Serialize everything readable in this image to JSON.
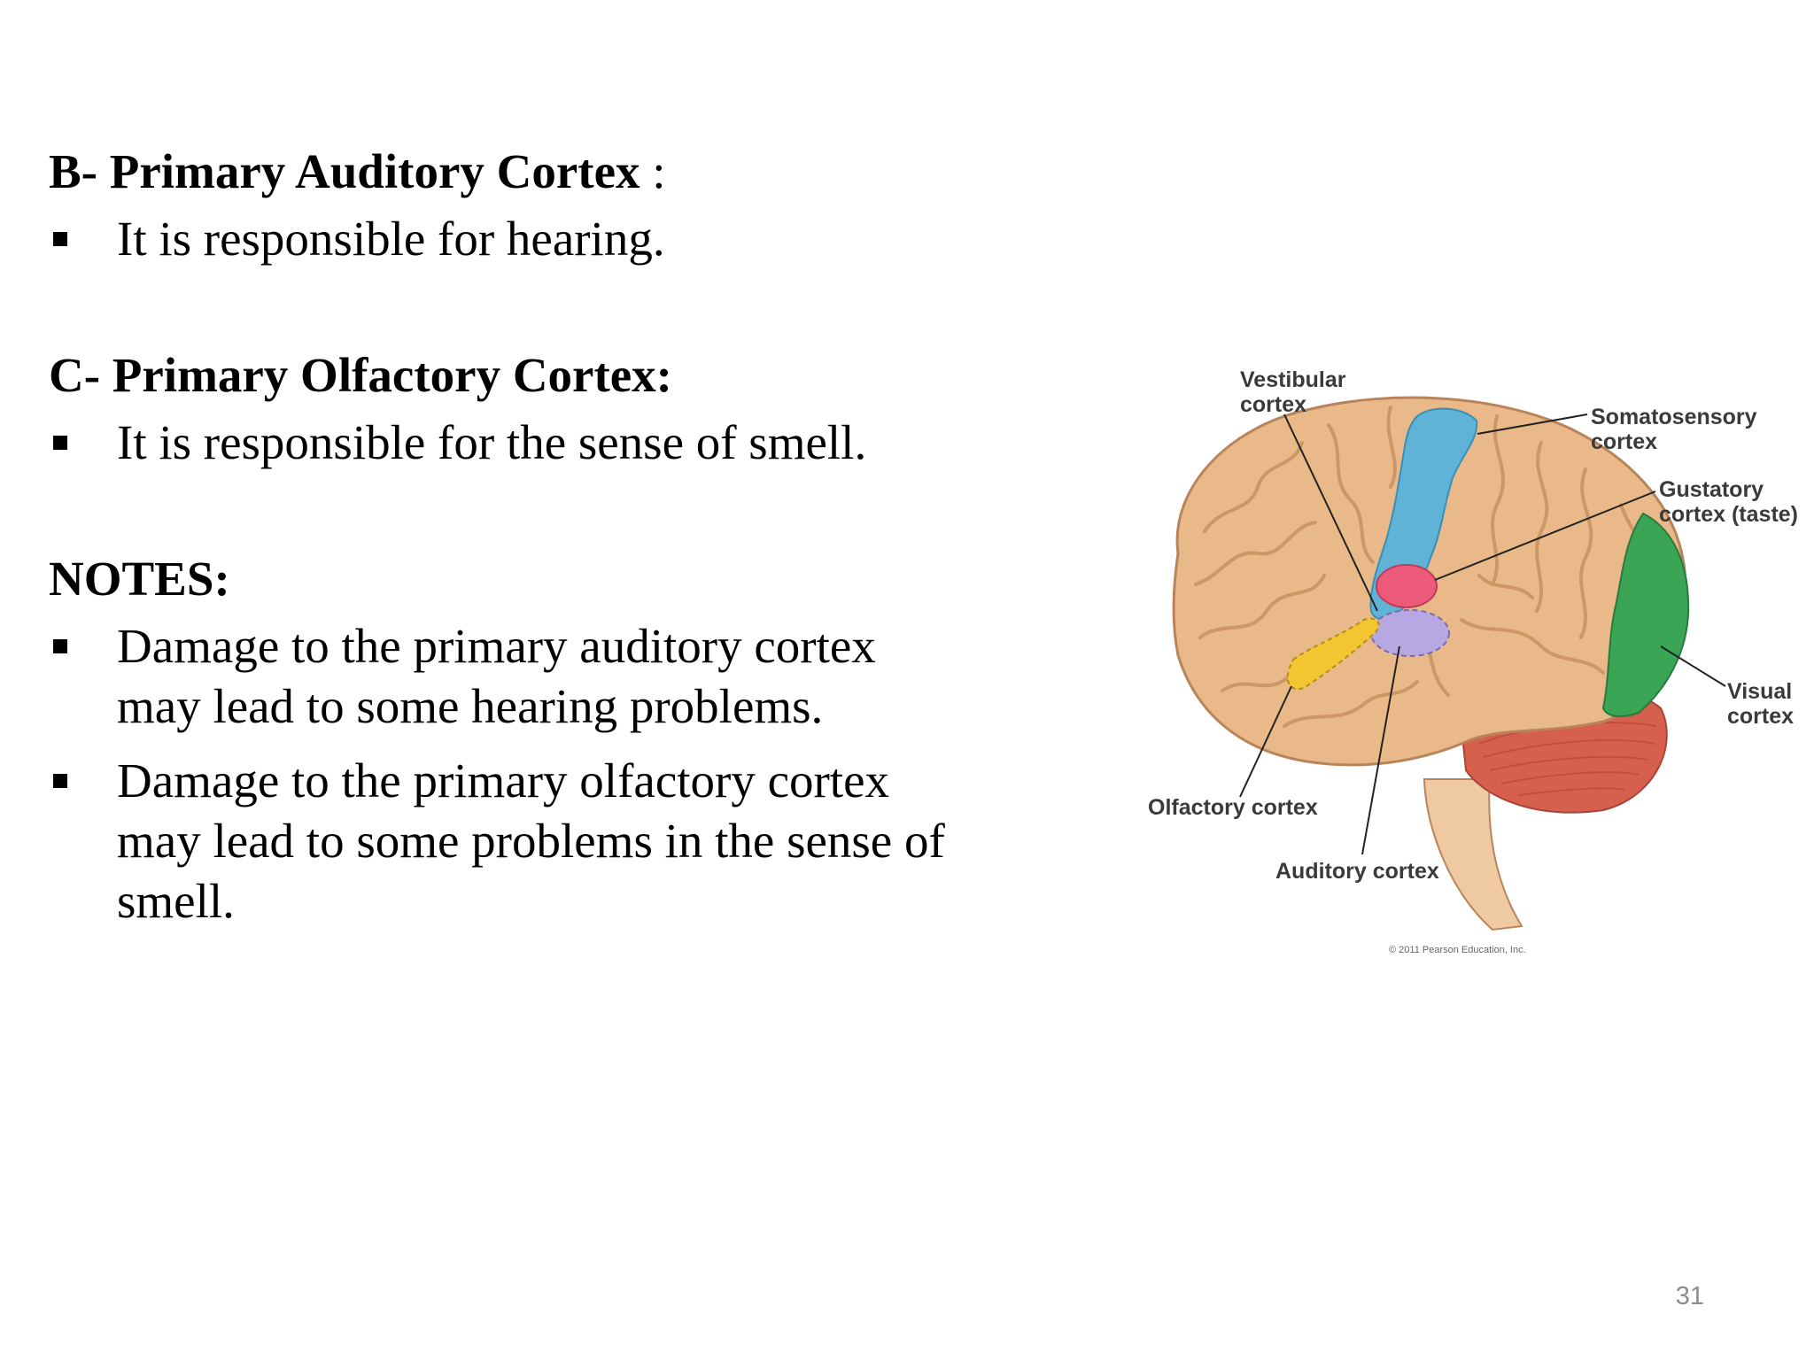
{
  "sections": [
    {
      "title": "B- Primary Auditory Cortex",
      "title_suffix": " :",
      "bullets": [
        "It is responsible for hearing."
      ]
    },
    {
      "title": "C- Primary Olfactory Cortex:",
      "title_suffix": "",
      "bullets": [
        "It is responsible for the sense of smell."
      ]
    },
    {
      "title": "NOTES:",
      "title_suffix": "",
      "bullets": [
        "Damage to the primary auditory cortex may lead to some hearing problems.",
        "Damage to the primary olfactory cortex may lead to some problems in the sense of smell."
      ]
    }
  ],
  "figure": {
    "labels": {
      "vestibular_line1": "Vestibular",
      "vestibular_line2": "cortex",
      "somatosensory_line1": "Somatosensory",
      "somatosensory_line2": "cortex",
      "gustatory_line1": "Gustatory",
      "gustatory_line2": "cortex (taste)",
      "visual_line1": "Visual",
      "visual_line2": "cortex",
      "olfactory": "Olfactory cortex",
      "auditory": "Auditory cortex"
    },
    "copyright": "© 2011 Pearson Education, Inc.",
    "colors": {
      "brain": "#e9b98a",
      "brain_outline": "#b9845a",
      "somatosensory": "#5fb3d6",
      "gustatory": "#ee5a7a",
      "auditory": "#b7a8e4",
      "olfactory": "#f2c531",
      "visual": "#3aa655",
      "cerebellum": "#d6604d",
      "brainstem": "#efc9a2"
    }
  },
  "page_number": "31"
}
